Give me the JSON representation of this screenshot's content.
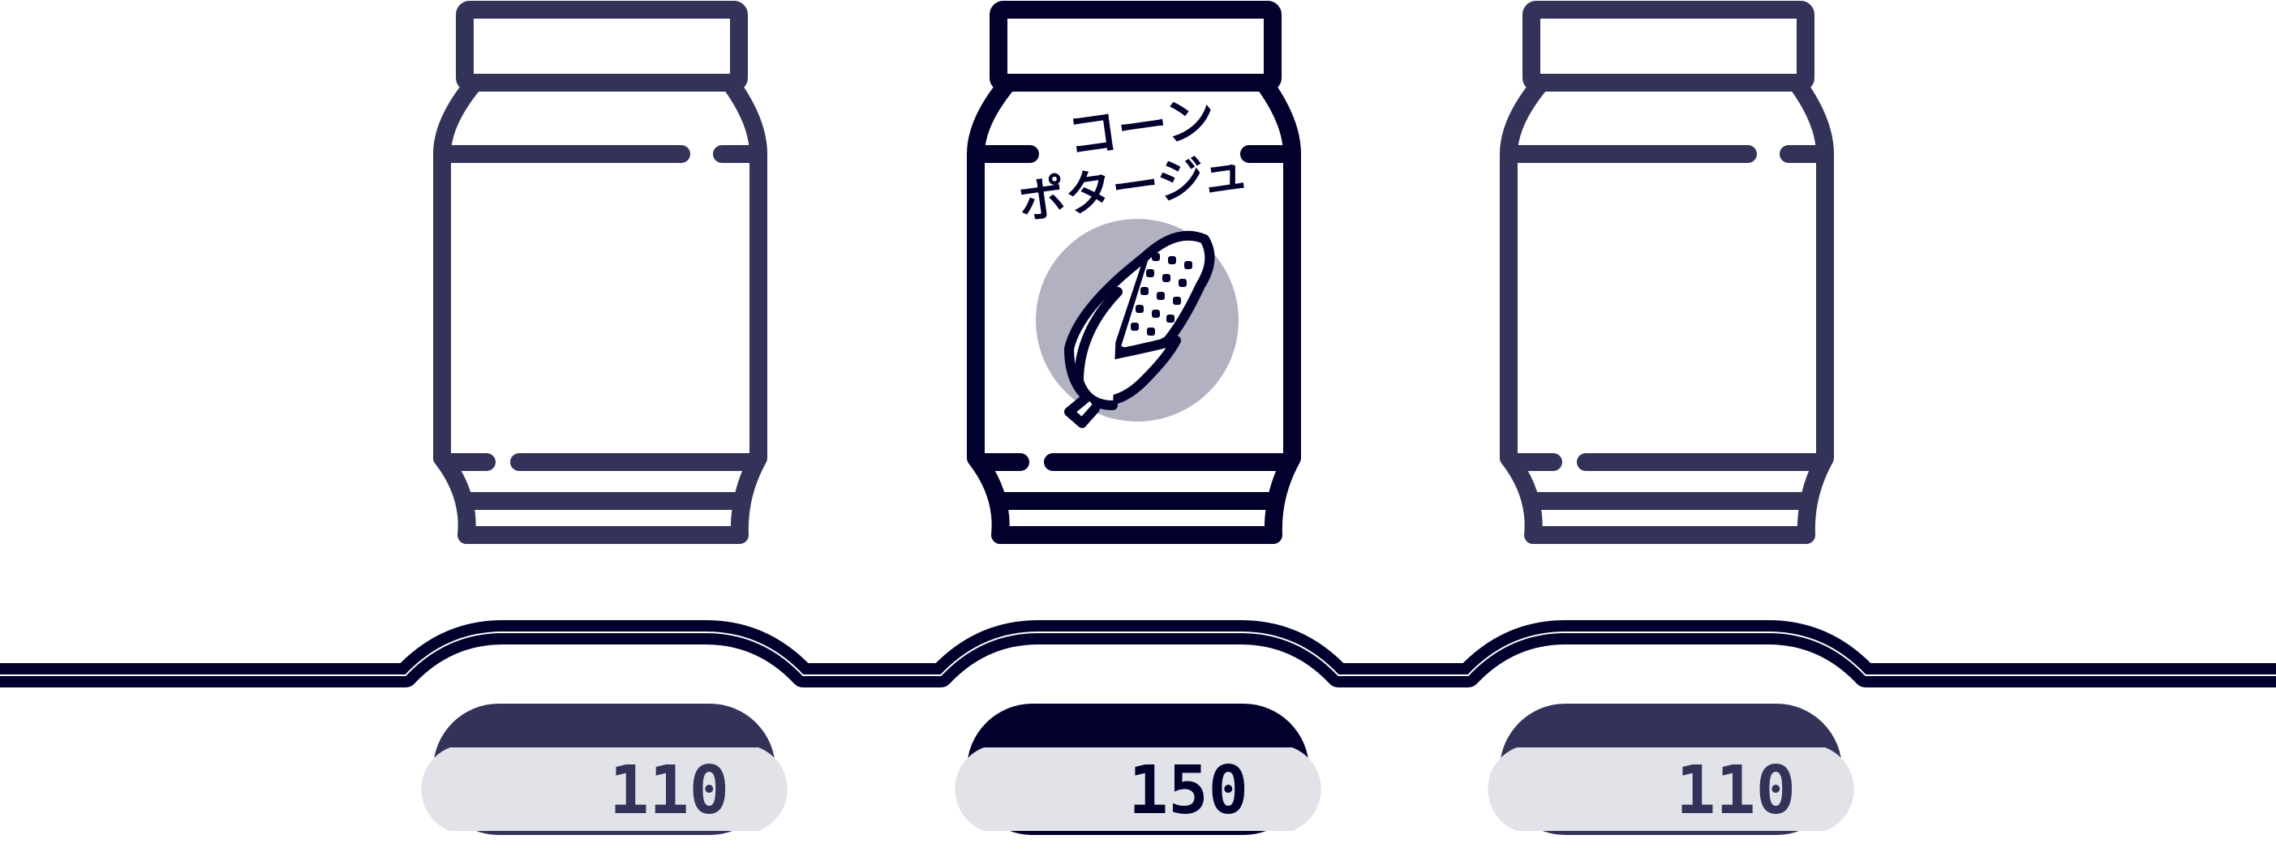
{
  "colors": {
    "background": "#ffffff",
    "line_dark": "#02012e",
    "line_mid": "#33335a",
    "price_window": "#e2e2e9",
    "corn_circle": "#b2b1c2"
  },
  "slots": [
    {
      "id": "slot-1",
      "price": "110",
      "has_product": false,
      "selected": false
    },
    {
      "id": "slot-2",
      "price": "150",
      "has_product": true,
      "selected": true,
      "product": {
        "label_line1": "コーン",
        "label_line2": "ポタージュ",
        "icon": "corn-icon"
      }
    },
    {
      "id": "slot-3",
      "price": "110",
      "has_product": false,
      "selected": false
    }
  ]
}
